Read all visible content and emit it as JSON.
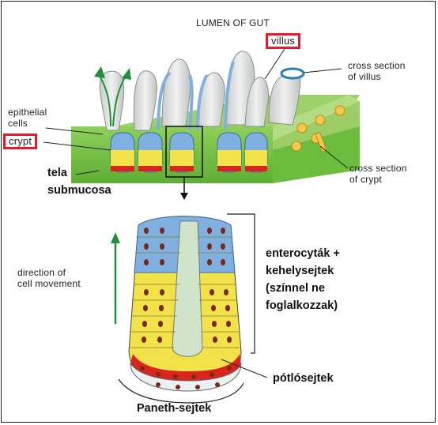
{
  "labels": {
    "lumen": "LUMEN OF GUT",
    "villus": "villus",
    "cross_villus_1": "cross section",
    "cross_villus_2": "of villus",
    "epithelial_1": "epithelial",
    "epithelial_2": "cells",
    "crypt": "crypt",
    "tela_1": "tela",
    "tela_2": "submucosa",
    "cross_crypt_1": "cross section",
    "cross_crypt_2": "of crypt",
    "direction_1": "direction of",
    "direction_2": "cell movement",
    "enterocyta_1": "enterocyták +",
    "enterocyta_2": "kehelysejtek",
    "enterocyta_3": "(színnel ne",
    "enterocyta_4": "foglalkozzak)",
    "potlo": "pótlósejtek",
    "paneth": "Paneth-sejtek"
  },
  "colors": {
    "tissue_green": "#74c043",
    "tissue_dark": "#3f8f2a",
    "villus_grey": "#d9dcdb",
    "epithelium_blue": "#7fb0e0",
    "stem_yellow": "#f2e24a",
    "paneth_red": "#d9261c",
    "highlight_red": "#e21c2a",
    "arrow_green": "#1f8f3a",
    "nucleus_dark": "#7a2a1a"
  }
}
